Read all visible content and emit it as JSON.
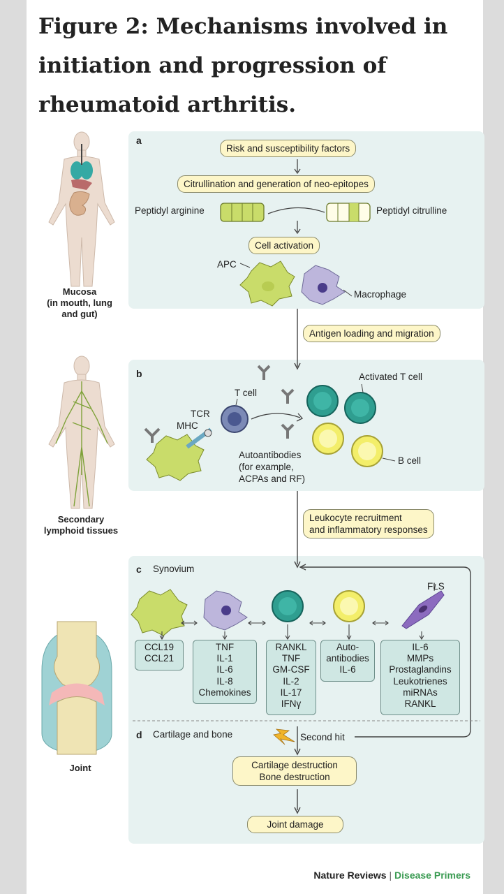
{
  "title": "Figure 2: Mechanisms involved in initiation and progression of rheumatoid arthritis.",
  "side_labels": {
    "mucosa": [
      "Mucosa",
      "(in mouth, lung",
      "and gut)"
    ],
    "secondary": [
      "Secondary",
      "lymphoid tissues"
    ],
    "joint": "Joint"
  },
  "panel_a": {
    "label": "a",
    "risk": "Risk and susceptibility factors",
    "citrullination": "Citrullination and generation of neo-epitopes",
    "peptidyl_arginine": "Peptidyl arginine",
    "peptidyl_citrulline": "Peptidyl citrulline",
    "cell_activation": "Cell activation",
    "apc": "APC",
    "macrophage": "Macrophage"
  },
  "between_ab": "Antigen loading and migration",
  "panel_b": {
    "label": "b",
    "t_cell": "T cell",
    "activated_t_cell": "Activated T cell",
    "tcr": "TCR",
    "mhc": "MHC",
    "autoantibodies": [
      "Autoantibodies",
      "(for example,",
      "ACPAs and RF)"
    ],
    "b_cell": "B cell"
  },
  "between_bc": [
    "Leukocyte recruitment",
    "and inflammatory responses"
  ],
  "panel_c": {
    "label": "c",
    "title": "Synovium",
    "fls": "FLS",
    "boxes": [
      [
        "CCL19",
        "CCL21"
      ],
      [
        "TNF",
        "IL-1",
        "IL-6",
        "IL-8",
        "Chemokines"
      ],
      [
        "RANKL",
        "TNF",
        "GM-CSF",
        "IL-2",
        "IL-17",
        "IFNγ"
      ],
      [
        "Auto-",
        "antibodies",
        "IL-6"
      ],
      [
        "IL-6",
        "MMPs",
        "Prostaglandins",
        "Leukotrienes",
        "miRNAs",
        "RANKL"
      ]
    ]
  },
  "panel_d": {
    "label": "d",
    "title": "Cartilage and bone",
    "second_hit": "Second hit",
    "destruction": [
      "Cartilage destruction",
      "Bone destruction"
    ],
    "joint_damage": "Joint damage"
  },
  "footer": {
    "brand": "Nature Reviews",
    "separator": "|",
    "series": "Disease Primers"
  },
  "colors": {
    "panel_bg": "#e7f2f1",
    "box_fill": "#fdf6c8",
    "cytokine_box": "#cfe7e3",
    "apc_green": "#c9dc6a",
    "macrophage_purple": "#bdb6dc",
    "t_cell_teal": "#2f9e90",
    "b_cell_yellow": "#f3ee6a",
    "footer_green": "#3a9b52"
  }
}
